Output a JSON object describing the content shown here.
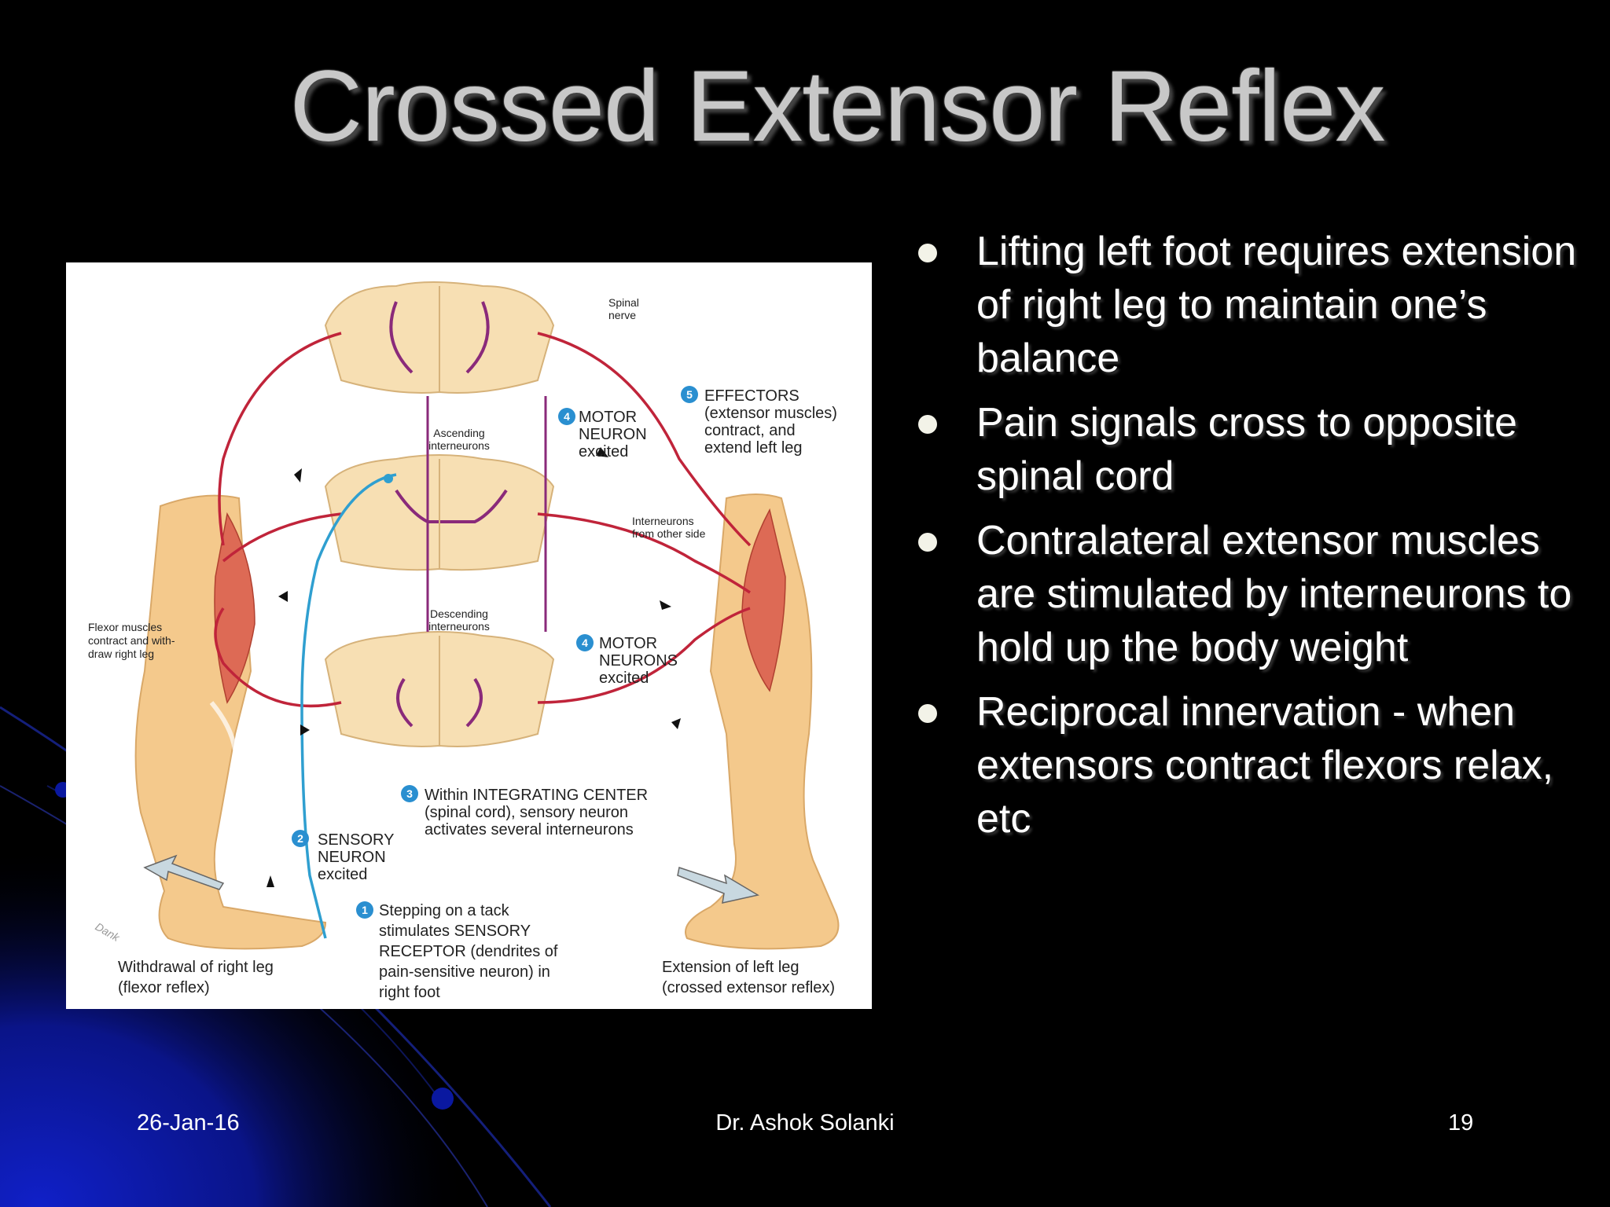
{
  "slide": {
    "title": "Crossed Extensor Reflex",
    "bullets": [
      "Lifting left foot requires extension of right leg to maintain one’s balance",
      "Pain signals cross to opposite spinal cord",
      "Contralateral extensor muscles are  stimulated by interneurons to hold up the body weight",
      "Reciprocal innervation - when extensors contract flexors relax, etc"
    ],
    "footer": {
      "date": "26-Jan-16",
      "author": "Dr. Ashok Solanki",
      "page": "19"
    }
  },
  "figure": {
    "spinal_nerve": [
      "Spinal",
      "nerve"
    ],
    "ascending": [
      "Ascending",
      "interneurons"
    ],
    "descending": [
      "Descending",
      "interneurons"
    ],
    "interneurons_other_side": [
      "Interneurons",
      "from other side"
    ],
    "motor_neuron_top": {
      "num": "4",
      "lines": [
        "MOTOR",
        "NEURON",
        "excited"
      ]
    },
    "effectors": {
      "num": "5",
      "lines": [
        "EFFECTORS",
        "(extensor muscles)",
        "contract, and",
        "extend left leg"
      ]
    },
    "motor_neurons_mid": {
      "num": "4",
      "lines": [
        "MOTOR",
        "NEURONS",
        "excited"
      ]
    },
    "flexor_muscles": [
      "Flexor muscles",
      "contract and with-",
      "draw right leg"
    ],
    "integrating_center": {
      "num": "3",
      "lines": [
        "Within INTEGRATING CENTER",
        "(spinal cord), sensory neuron",
        "activates several interneurons"
      ]
    },
    "sensory_neuron": {
      "num": "2",
      "lines": [
        "SENSORY",
        "NEURON",
        "excited"
      ]
    },
    "stepping": {
      "num": "1",
      "lines": [
        "Stepping on a tack",
        "stimulates SENSORY",
        "RECEPTOR (dendrites of",
        "pain-sensitive neuron) in",
        "right foot"
      ]
    },
    "withdrawal": [
      "Withdrawal of right leg",
      "(flexor reflex)"
    ],
    "extension": [
      "Extension of left leg",
      "(crossed extensor reflex)"
    ],
    "signature": "Dank"
  },
  "colors": {
    "background": "#000000",
    "accent_blue": "#0a1a9a",
    "title_gray": "#c8c8c8",
    "nerve_red": "#c0243a",
    "sensory_blue": "#2f9fd0",
    "skin": "#f4c98c",
    "cord": "#f7dfb3"
  }
}
